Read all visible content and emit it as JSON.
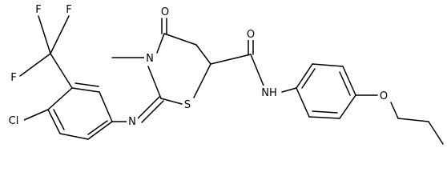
{
  "molecule": {
    "atom_labels": {
      "F1": "F",
      "F2": "F",
      "F3": "F",
      "Cl": "Cl",
      "N_imine": "N",
      "S": "S",
      "N_ring": "N",
      "O_ring": "O",
      "O_amide": "O",
      "NH": "NH",
      "O_ether": "O"
    },
    "colors": {
      "bond": "#000000",
      "label": "#000000",
      "background": "#ffffff"
    }
  }
}
